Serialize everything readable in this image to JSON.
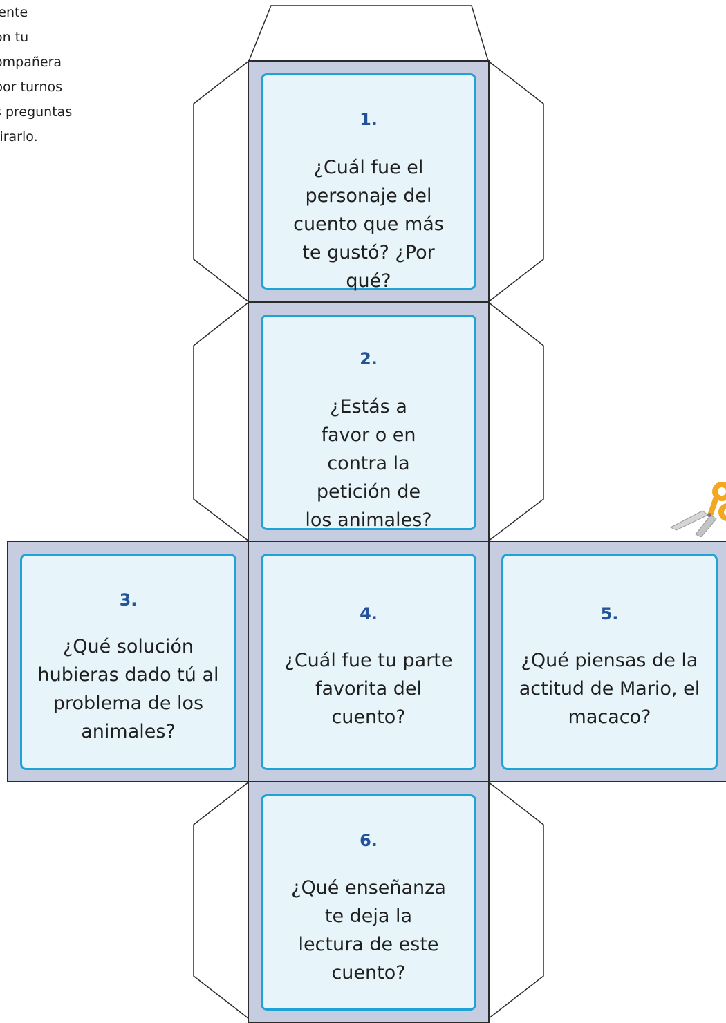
{
  "instructions": {
    "lines": [
      "iente",
      "on tu",
      "ompañera",
      "por turnos",
      "s preguntas",
      " tirarlo."
    ]
  },
  "faces": [
    {
      "number": "1.",
      "question": "¿Cuál fue el personaje del cuento que más te gustó? ¿Por qué?"
    },
    {
      "number": "2.",
      "question": "¿Estás a favor o en contra la petición de los animales?"
    },
    {
      "number": "3.",
      "question": "¿Qué solución hubieras dado tú al problema de los animales?"
    },
    {
      "number": "4.",
      "question": "¿Cuál fue tu parte favorita del cuento?"
    },
    {
      "number": "5.",
      "question": "¿Qué piensas de la actitud de Mario, el macaco?"
    },
    {
      "number": "6.",
      "question": "¿Qué enseñanza te deja la lectura de este cuento?"
    }
  ],
  "colors": {
    "face_fill": "#c7cde0",
    "card_fill": "#e7f5fa",
    "card_border": "#1fa2d6",
    "number_color": "#23519a"
  },
  "icons": [
    "scissors-icon"
  ]
}
